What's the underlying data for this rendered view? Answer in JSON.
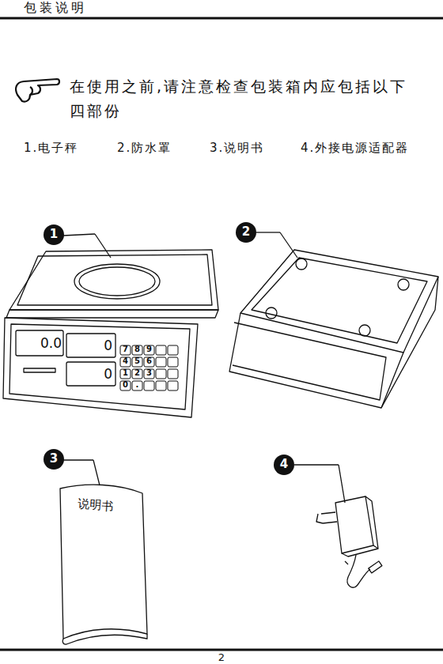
{
  "diagram": {
    "title": "包装说明",
    "labels": [
      "在使用之前,请注意检查包装箱内应包括以下四部份",
      "1.电子秤",
      "2.防水罩",
      "3.说明书",
      "4.外接电源适配器",
      "1",
      "0.0",
      "0",
      "0",
      "7",
      "8",
      "9",
      "4",
      "5",
      "6",
      "1",
      "2",
      "3",
      "0",
      ".",
      "2",
      "3",
      "说明书",
      "4",
      "2"
    ]
  }
}
